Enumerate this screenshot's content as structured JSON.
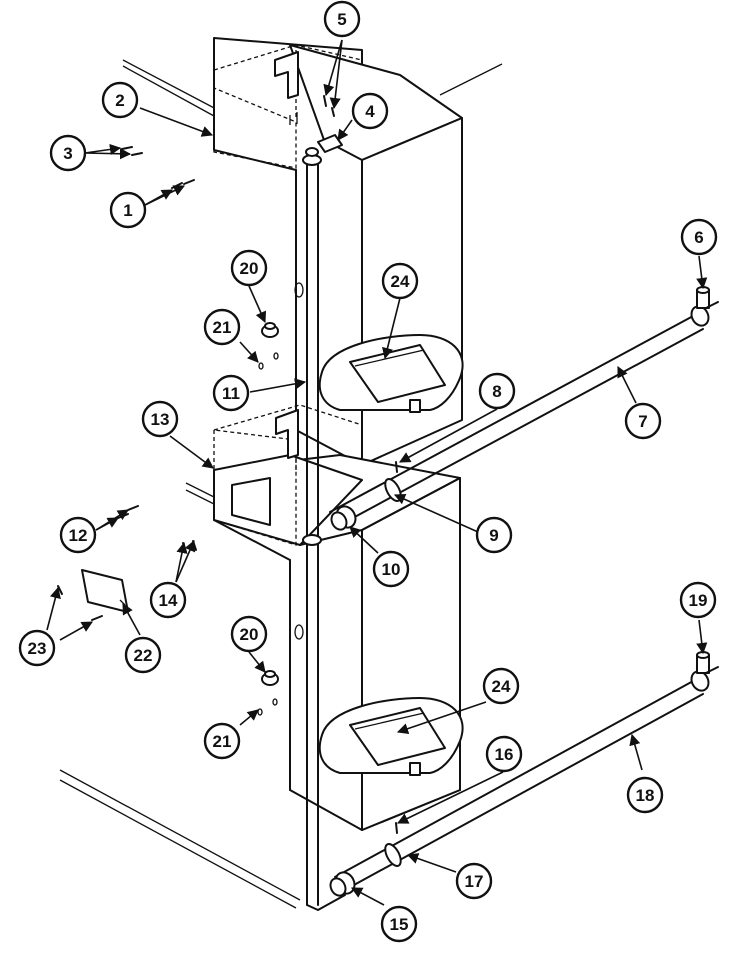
{
  "callouts": [
    {
      "id": "1",
      "label": "1"
    },
    {
      "id": "2",
      "label": "2"
    },
    {
      "id": "3",
      "label": "3"
    },
    {
      "id": "4",
      "label": "4"
    },
    {
      "id": "5",
      "label": "5"
    },
    {
      "id": "6",
      "label": "6"
    },
    {
      "id": "7",
      "label": "7"
    },
    {
      "id": "8",
      "label": "8"
    },
    {
      "id": "9",
      "label": "9"
    },
    {
      "id": "10",
      "label": "10"
    },
    {
      "id": "11",
      "label": "11"
    },
    {
      "id": "12",
      "label": "12"
    },
    {
      "id": "13",
      "label": "13"
    },
    {
      "id": "14",
      "label": "14"
    },
    {
      "id": "15",
      "label": "15"
    },
    {
      "id": "16",
      "label": "16"
    },
    {
      "id": "17",
      "label": "17"
    },
    {
      "id": "18",
      "label": "18"
    },
    {
      "id": "19",
      "label": "19"
    },
    {
      "id": "20a",
      "label": "20"
    },
    {
      "id": "20b",
      "label": "20"
    },
    {
      "id": "21a",
      "label": "21"
    },
    {
      "id": "21b",
      "label": "21"
    },
    {
      "id": "22",
      "label": "22"
    },
    {
      "id": "23",
      "label": "23"
    },
    {
      "id": "24a",
      "label": "24"
    },
    {
      "id": "24b",
      "label": "24"
    }
  ]
}
